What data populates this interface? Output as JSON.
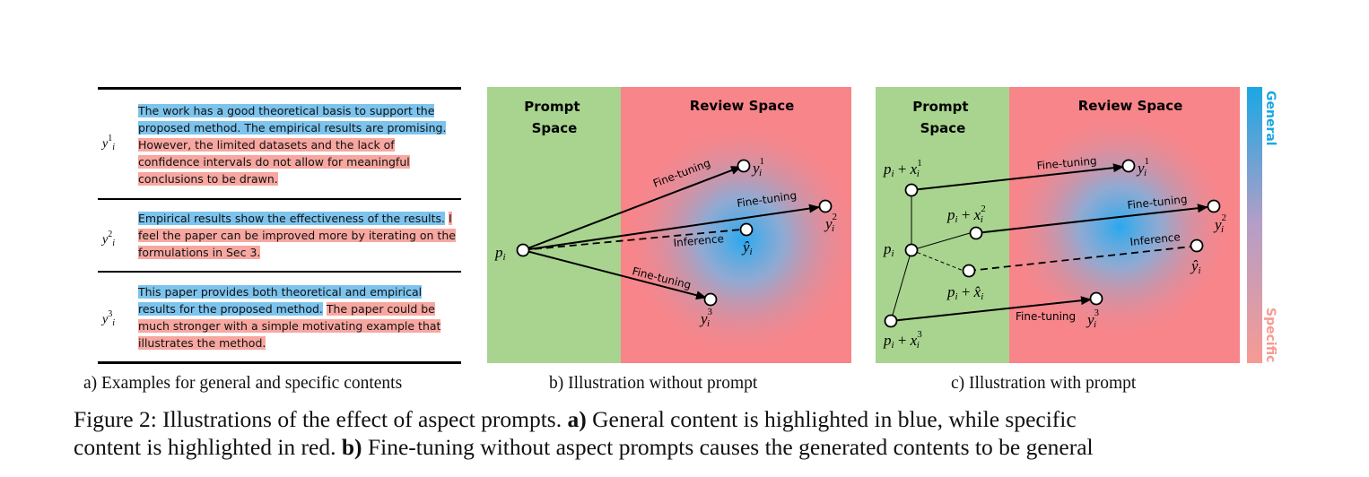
{
  "panel_a": {
    "rows": [
      {
        "label": "y",
        "sup": "1",
        "sub": "i",
        "general": "The work has a good theoretical basis to support the proposed method. The empirical results are promising.",
        "specific": "However, the limited datasets and the lack of confidence intervals do not allow for meaningful conclusions to be drawn."
      },
      {
        "label": "y",
        "sup": "2",
        "sub": "i",
        "general": "Empirical results show the effectiveness of the results.",
        "specific": "I feel the paper can be improved more by iterating on the formulations in Sec 3."
      },
      {
        "label": "y",
        "sup": "3",
        "sub": "i",
        "general": "This paper provides both theoretical and empirical results for the proposed method.",
        "specific": "The paper could be much stronger with a simple motivating example that illustrates the method."
      }
    ],
    "caption": "a) Examples for general and specific contents"
  },
  "panel_b": {
    "prompt_space": [
      "Prompt",
      "Space"
    ],
    "review_space": "Review Space",
    "edge_finetune": "Fine-tuning",
    "edge_inference": "Inference",
    "caption": "b) Illustration without prompt"
  },
  "panel_c": {
    "prompt_space": [
      "Prompt",
      "Space"
    ],
    "review_space": "Review Space",
    "edge_finetune": "Fine-tuning",
    "edge_inference": "Inference",
    "caption": "c) Illustration with prompt"
  },
  "colorbar": {
    "top_label": "General",
    "bottom_label": "Specific",
    "top_color": "#1aa7e4",
    "bottom_color": "#f79a93"
  },
  "colors": {
    "prompt_green": "#a8d48f",
    "review_red": "#f8858a",
    "blob_blue": "#2aa8ee",
    "highlight_blue": "#7cc4ee",
    "highlight_red": "#f7a7a0"
  },
  "figure_caption": {
    "lead": "Figure 2: Illustrations of the effect of aspect prompts.",
    "a_tag": "a)",
    "a_text": "General content is highlighted in blue, while specific",
    "line2_start": "content is highlighted in red.",
    "b_tag": "b)",
    "b_text": "Fine-tuning without aspect prompts causes the generated contents to be general"
  }
}
